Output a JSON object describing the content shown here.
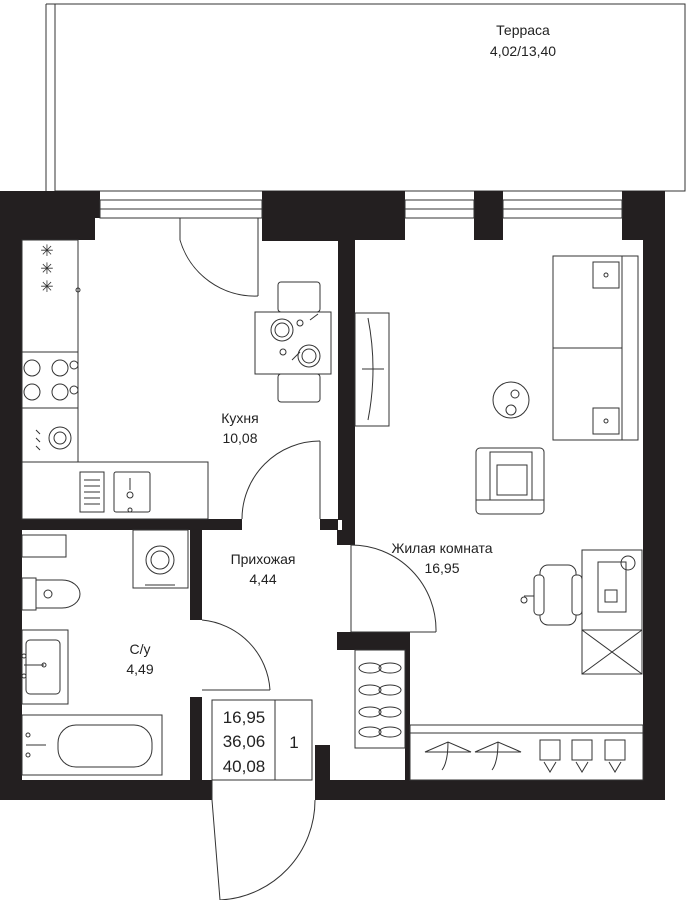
{
  "colors": {
    "wall": "#231f20",
    "line": "#333333",
    "text": "#222222",
    "background": "#ffffff"
  },
  "rooms": {
    "terrace": {
      "name": "Терраса",
      "area": "4,02/13,40"
    },
    "kitchen": {
      "name": "Кухня",
      "area": "10,08"
    },
    "hallway": {
      "name": "Прихожая",
      "area": "4,44"
    },
    "living": {
      "name": "Жилая комната",
      "area": "16,95"
    },
    "bathroom": {
      "name": "С/у",
      "area": "4,49"
    }
  },
  "summary": {
    "living_area": "16,95",
    "total_area": "36,06",
    "total_with_terrace": "40,08",
    "rooms_count": "1"
  },
  "icons": [
    "stove-icon",
    "sink-icon",
    "washing-machine-icon",
    "toilet-icon",
    "bathtub-icon",
    "sofa-icon",
    "armchair-icon",
    "dining-table-icon",
    "desk-icon",
    "hanger-icon",
    "shoes-icon",
    "door-icon",
    "window-icon"
  ]
}
